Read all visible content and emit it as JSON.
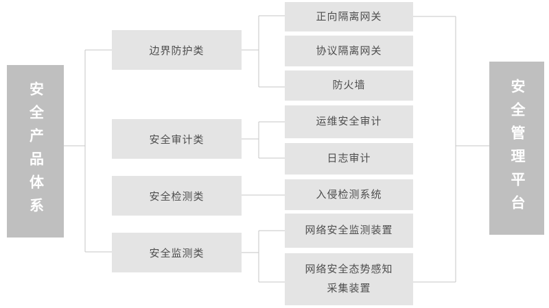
{
  "diagram": {
    "left_root": {
      "label": "安全产品体系"
    },
    "right_root": {
      "label": "安全管理平台"
    },
    "categories": [
      {
        "label": "边界防护类"
      },
      {
        "label": "安全审计类"
      },
      {
        "label": "安全检测类"
      },
      {
        "label": "安全监测类"
      }
    ],
    "items": [
      {
        "label": "正向隔离网关"
      },
      {
        "label": "协议隔离网关"
      },
      {
        "label": "防火墙"
      },
      {
        "label": "运维安全审计"
      },
      {
        "label": "日志审计"
      },
      {
        "label": "入侵检测系统"
      },
      {
        "label": "网络安全监测装置"
      },
      {
        "label": "网络安全态势感知\n采集装置"
      }
    ],
    "colors": {
      "root_box_bg": "#bfbfbf",
      "root_box_text": "#ffffff",
      "node_bg": "#e4e4e4",
      "node_text": "#4d4d4d",
      "line": "#c6c6c6"
    }
  }
}
